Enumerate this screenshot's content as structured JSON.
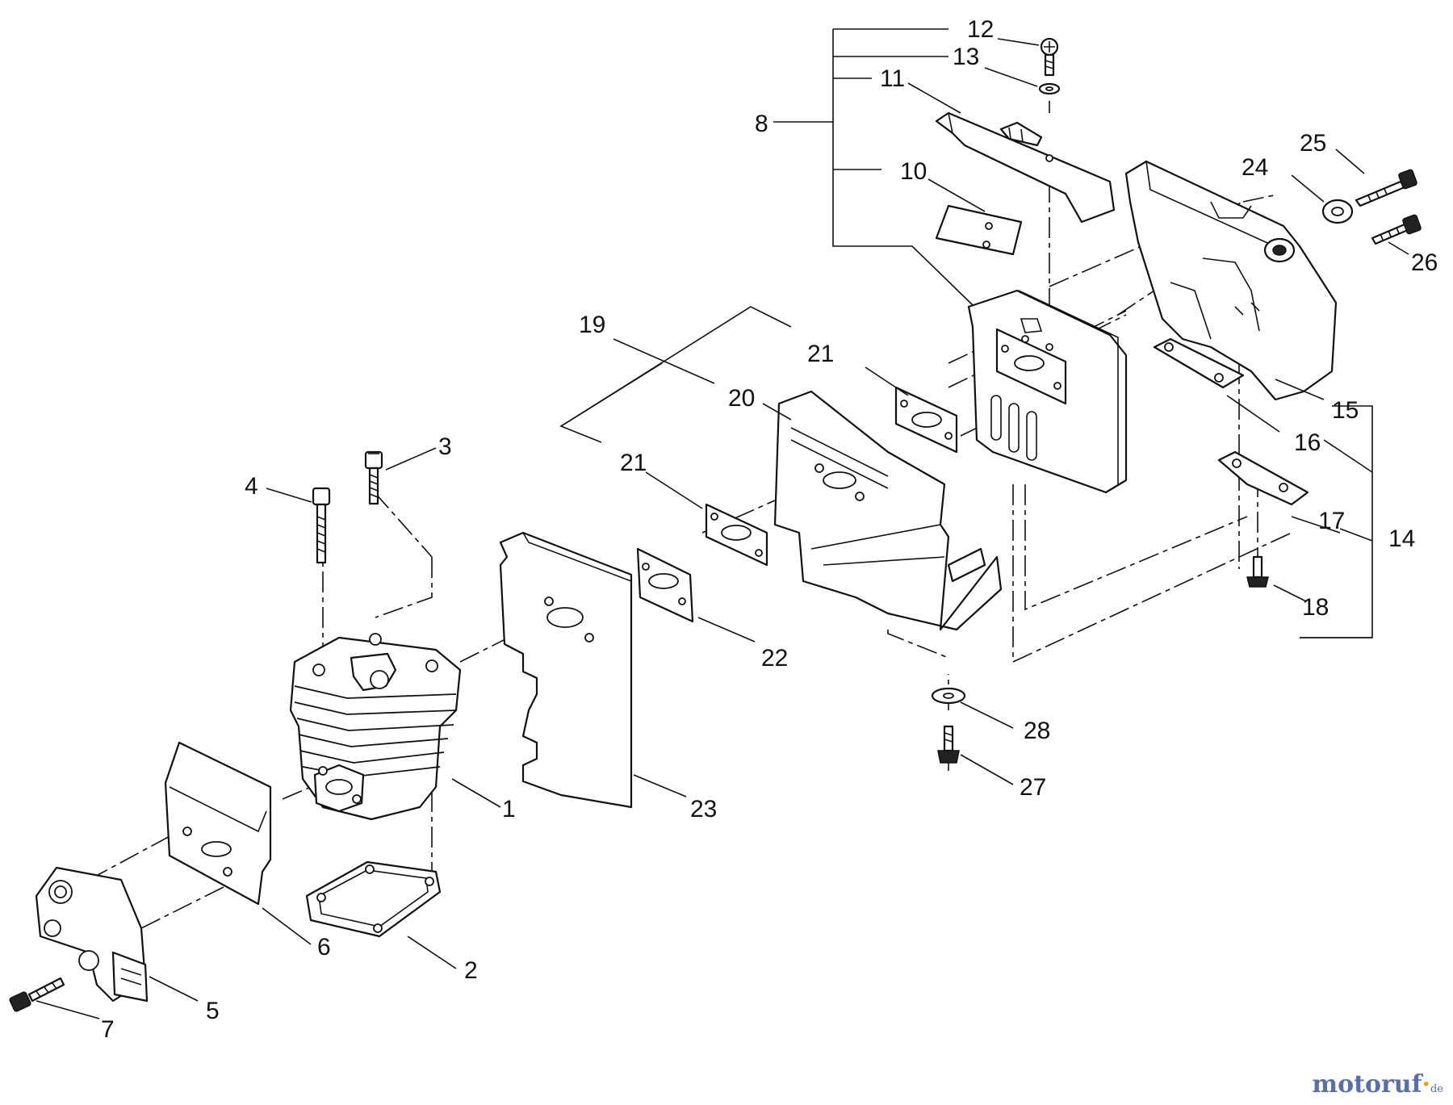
{
  "diagram": {
    "callouts": [
      {
        "id": "1",
        "text": "1"
      },
      {
        "id": "2",
        "text": "2"
      },
      {
        "id": "3",
        "text": "3"
      },
      {
        "id": "4",
        "text": "4"
      },
      {
        "id": "5",
        "text": "5"
      },
      {
        "id": "6",
        "text": "6"
      },
      {
        "id": "7",
        "text": "7"
      },
      {
        "id": "8",
        "text": "8"
      },
      {
        "id": "10",
        "text": "10"
      },
      {
        "id": "11",
        "text": "11"
      },
      {
        "id": "12",
        "text": "12"
      },
      {
        "id": "13",
        "text": "13"
      },
      {
        "id": "14",
        "text": "14"
      },
      {
        "id": "15",
        "text": "15"
      },
      {
        "id": "16",
        "text": "16"
      },
      {
        "id": "17",
        "text": "17"
      },
      {
        "id": "18",
        "text": "18"
      },
      {
        "id": "19",
        "text": "19"
      },
      {
        "id": "20",
        "text": "20"
      },
      {
        "id": "21a",
        "text": "21"
      },
      {
        "id": "21b",
        "text": "21"
      },
      {
        "id": "22",
        "text": "22"
      },
      {
        "id": "23",
        "text": "23"
      },
      {
        "id": "24",
        "text": "24"
      },
      {
        "id": "25",
        "text": "25"
      },
      {
        "id": "26",
        "text": "26"
      },
      {
        "id": "27",
        "text": "27"
      },
      {
        "id": "28",
        "text": "28"
      }
    ]
  },
  "watermark": {
    "main": "motoruf",
    "dot": "·",
    "tld": "de"
  }
}
